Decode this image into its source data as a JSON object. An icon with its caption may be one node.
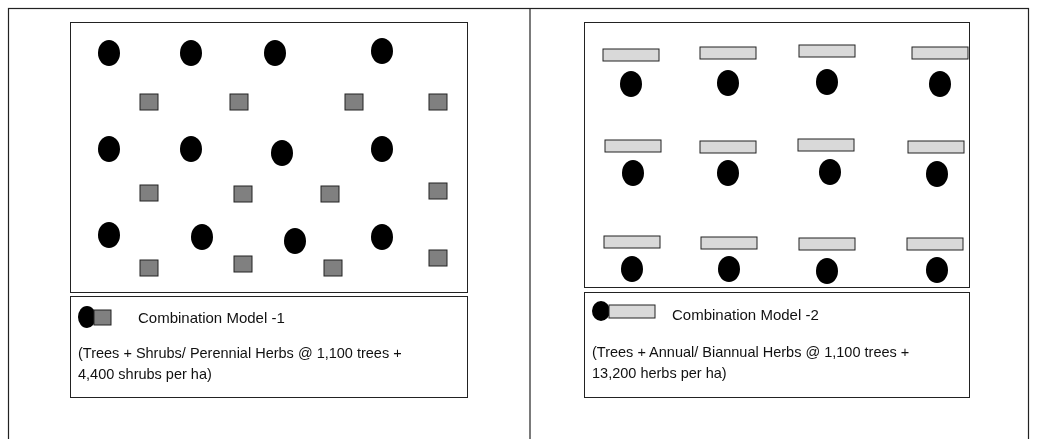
{
  "diagram": {
    "nodes": [
      {
        "text": [],
        "shape": "box"
      },
      {
        "text": [
          "Combination Model -1",
          "(Trees + Shrubs/ Perennial Herbs @ 1,100 trees + 4,400 shrubs per ha)"
        ]
      },
      {
        "text": [],
        "shape": "box"
      },
      {
        "text": [
          "Combination Model -2",
          "(Trees + Annual/ Biannual Herbs @ 1,100 trees + 13,200 herbs per ha)"
        ]
      }
    ]
  }
}
